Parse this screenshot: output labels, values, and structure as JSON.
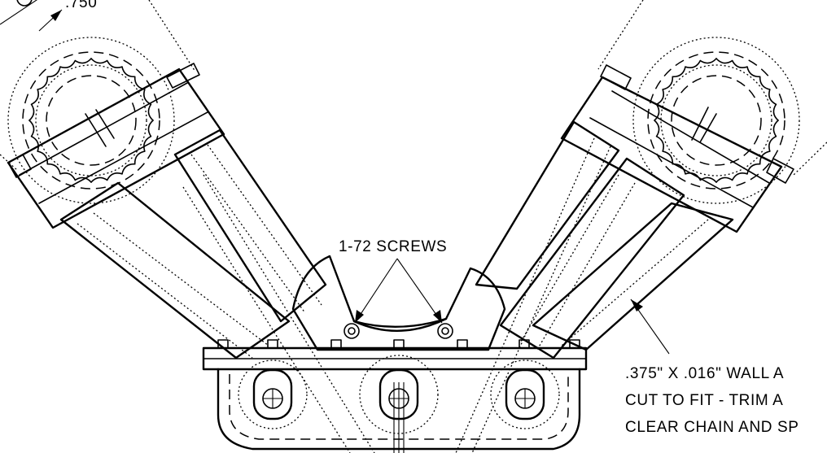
{
  "dimension": {
    "text": ".750"
  },
  "callouts": {
    "screws": "1-72 SCREWS",
    "tube_note": {
      "line1": ".375\" X .016\" WALL A",
      "line2": "CUT TO FIT - TRIM A",
      "line3": "CLEAR CHAIN AND SP"
    }
  }
}
